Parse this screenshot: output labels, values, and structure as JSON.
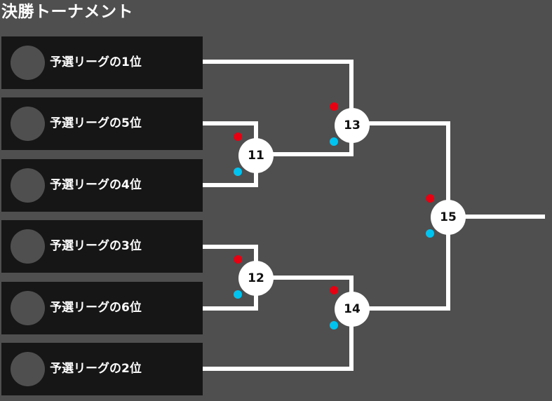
{
  "title": "決勝トーナメント",
  "colors": {
    "background": "#4f4f4f",
    "team_box": "#161616",
    "line": "#ffffff",
    "dot_red": "#e60012",
    "dot_blue": "#00c3ef"
  },
  "teams": [
    {
      "label": "予選リーグの1位"
    },
    {
      "label": "予選リーグの5位"
    },
    {
      "label": "予選リーグの4位"
    },
    {
      "label": "予選リーグの3位"
    },
    {
      "label": "予選リーグの6位"
    },
    {
      "label": "予選リーグの2位"
    }
  ],
  "matches": [
    {
      "number": "11"
    },
    {
      "number": "12"
    },
    {
      "number": "13"
    },
    {
      "number": "14"
    },
    {
      "number": "15"
    }
  ]
}
